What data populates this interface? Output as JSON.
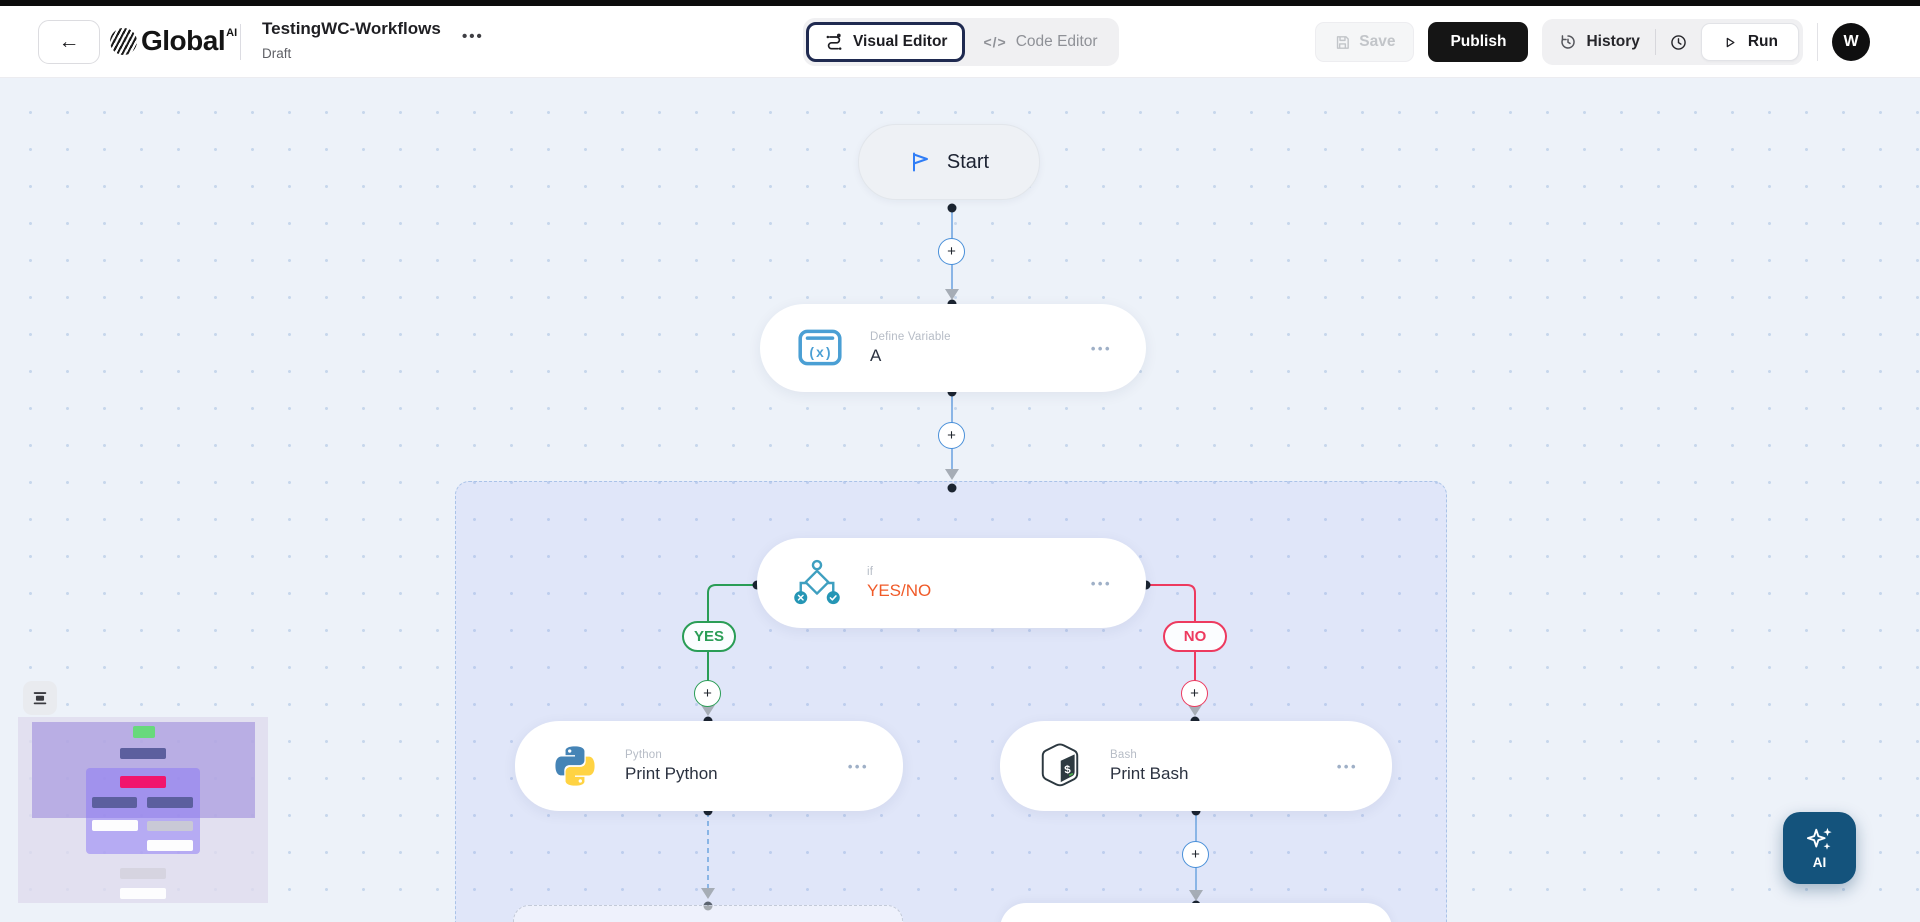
{
  "header": {
    "brand": {
      "name": "Global",
      "sup": "AI"
    },
    "workflow": {
      "title": "TestingWC-Workflows",
      "status": "Draft"
    },
    "editor_tabs": {
      "visual": "Visual Editor",
      "code": "Code Editor"
    },
    "actions": {
      "save": "Save",
      "publish": "Publish",
      "history": "History",
      "run": "Run"
    },
    "avatar_initial": "W"
  },
  "icons": {
    "back": "←",
    "more": "•••",
    "plus": "+",
    "code": "</>"
  },
  "canvas": {
    "nodes": {
      "start": {
        "label": "Start"
      },
      "define_variable": {
        "type": "Define Variable",
        "name": "A"
      },
      "if": {
        "type": "if",
        "name": "YES/NO"
      },
      "python": {
        "type": "Python",
        "name": "Print Python"
      },
      "bash": {
        "type": "Bash",
        "name": "Print Bash"
      }
    },
    "branches": {
      "yes": "YES",
      "no": "NO"
    }
  },
  "ai_assistant": {
    "label": "AI"
  },
  "colors": {
    "accent_blue": "#2f7df6",
    "connector_blue": "#8ab5e6",
    "plus_blue": "#4a90d9",
    "green": "#2a9d56",
    "red": "#ed3a5f",
    "orange": "#f05a28",
    "teal": "#3e9fc0",
    "teal_dark": "#2596b5",
    "navy": "#1f2a50",
    "publish_black": "#151515",
    "ai_blue": "#14537c",
    "icon_blue": "#4a9fd4",
    "canvas_bg": "#edf2f9",
    "node_text": "#2b3240",
    "subtitle": "#b6bcc6",
    "more": "#9fb0c7"
  }
}
